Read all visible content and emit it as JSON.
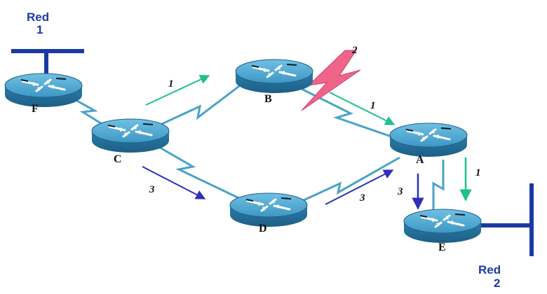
{
  "networks": [
    {
      "id": "red1",
      "line1": "Red",
      "line2": "1"
    },
    {
      "id": "red2",
      "line1": "Red",
      "line2": "2"
    }
  ],
  "routers": [
    {
      "id": "F",
      "label": "F"
    },
    {
      "id": "C",
      "label": "C"
    },
    {
      "id": "B",
      "label": "B"
    },
    {
      "id": "D",
      "label": "D"
    },
    {
      "id": "A",
      "label": "A"
    },
    {
      "id": "E",
      "label": "E"
    }
  ],
  "links": [
    {
      "from": "F",
      "to": "C"
    },
    {
      "from": "C",
      "to": "B"
    },
    {
      "from": "C",
      "to": "D"
    },
    {
      "from": "B",
      "to": "A"
    },
    {
      "from": "D",
      "to": "A"
    },
    {
      "from": "A",
      "to": "E"
    }
  ],
  "path_steps": [
    {
      "label": "1",
      "color": "#1fbf8f",
      "path": [
        "C",
        "B",
        "A",
        "E"
      ]
    },
    {
      "label": "2",
      "color": "#f0648c",
      "event": "link-failure",
      "link": [
        "B",
        "A"
      ]
    },
    {
      "label": "3",
      "color": "#2f2fb8",
      "path": [
        "C",
        "D",
        "A",
        "E"
      ]
    }
  ],
  "colors": {
    "network_bar": "#1a3aa3",
    "link": "#4aa3c8",
    "router_body": "#2e86b3",
    "step1_arrow": "#1fbf8f",
    "step2_failure": "#f0648c",
    "step3_arrow": "#2f2fb8"
  },
  "icons": {
    "router": "router-icon",
    "failure": "lightning-bolt-icon"
  }
}
